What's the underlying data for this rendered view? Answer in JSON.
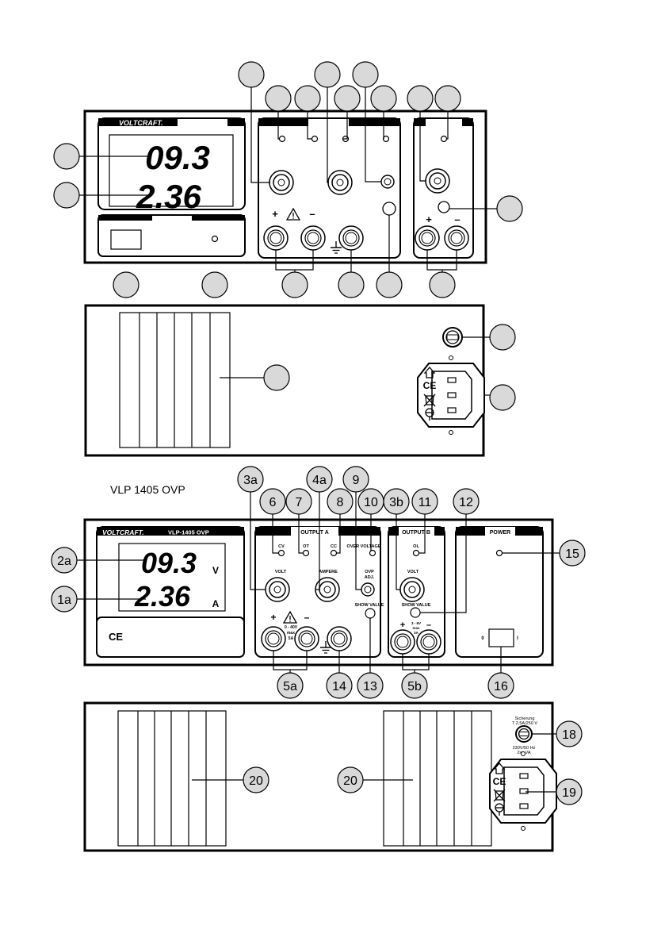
{
  "brand": "VOLTCRAFT.",
  "model_heading": "VLP 1405 OVP",
  "colors": {
    "ink": "#000000",
    "paper": "#ffffff",
    "callout_fill": "#d9d9d9"
  },
  "top_diagram": {
    "display": {
      "volt_value": "09.3",
      "amp_value": "2.36"
    }
  },
  "bottom_diagram": {
    "front": {
      "model_label": "VLP-1405 OVP",
      "display": {
        "volt_value": "09.3",
        "amp_value": "2.36",
        "volt_unit": "V",
        "amp_unit": "A"
      },
      "ce_mark": "CE",
      "output_a": {
        "title": "OUTPUT A",
        "led_cv": "CV",
        "led_ot": "OT",
        "led_cc": "CC",
        "led_over_voltage": "OVER VOLTAGE",
        "knob_volt": "VOLT",
        "knob_ampere": "AMPERE",
        "ovp_adj_line1": "OVP",
        "ovp_adj_line2": "ADJ.",
        "show_value": "SHOW VALUE",
        "plus": "+",
        "minus": "–",
        "range_line1": "0 - 40V",
        "range_line2": "max",
        "range_line3": "5A"
      },
      "output_b": {
        "title": "OUTPUT B",
        "led_ol": "OL",
        "knob_volt": "VOLT",
        "show_value": "SHOW VALUE",
        "plus": "+",
        "minus": "–",
        "range_line1": "3 - 6V",
        "range_line2": "max",
        "range_line3": "3A"
      },
      "power": {
        "title": "POWER",
        "off": "0",
        "on": "I"
      }
    },
    "rear": {
      "fuse_line1": "Sicherung",
      "fuse_line2": "T 2,5A/250 V",
      "mains_line1": "230V/50 Hz",
      "mains_line2": "2xx VA"
    },
    "callouts": {
      "c1a": "1a",
      "c2a": "2a",
      "c3a": "3a",
      "c4a": "4a",
      "c3b": "3b",
      "c5a": "5a",
      "c5b": "5b",
      "c6": "6",
      "c7": "7",
      "c8": "8",
      "c9": "9",
      "c10": "10",
      "c11": "11",
      "c12": "12",
      "c13": "13",
      "c14": "14",
      "c15": "15",
      "c16": "16",
      "c18": "18",
      "c19": "19",
      "c20a": "20",
      "c20b": "20"
    }
  }
}
